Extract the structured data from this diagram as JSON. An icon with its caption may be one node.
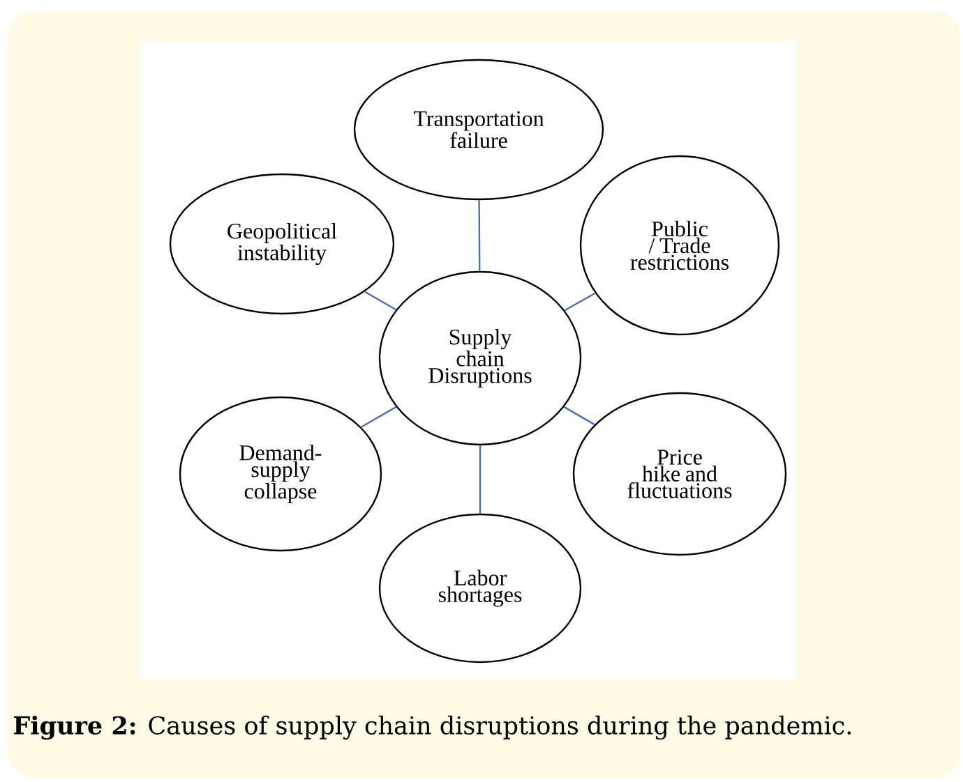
{
  "diagram": {
    "caption": "**Figure 2:** Causes of supply chain disruptions during the pandemic.",
    "nodes": [
      {
        "text": [
          "Transportation failure"
        ]
      },
      {
        "text": [
          "Geopolitical instability"
        ]
      },
      {
        "text": [
          "Public / Trade restrictions"
        ]
      },
      {
        "text": [
          "Supply chain Disruptions"
        ]
      },
      {
        "text": [
          "Demand-supply collapse"
        ]
      },
      {
        "text": [
          "Price hike and fluctuations"
        ]
      },
      {
        "text": [
          "Labor shortages"
        ]
      }
    ],
    "edges": [
      {
        "from": 3,
        "to": 0,
        "arrow": "none"
      },
      {
        "from": 3,
        "to": 1,
        "arrow": "none"
      },
      {
        "from": 3,
        "to": 2,
        "arrow": "none"
      },
      {
        "from": 3,
        "to": 4,
        "arrow": "none"
      },
      {
        "from": 3,
        "to": 5,
        "arrow": "none"
      },
      {
        "from": 3,
        "to": 6,
        "arrow": "none"
      }
    ]
  }
}
